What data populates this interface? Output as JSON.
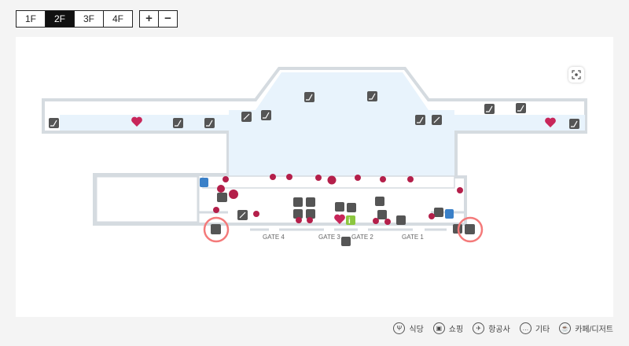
{
  "floors": [
    {
      "label": "1F",
      "active": false
    },
    {
      "label": "2F",
      "active": true
    },
    {
      "label": "3F",
      "active": false
    },
    {
      "label": "4F",
      "active": false
    }
  ],
  "zoom": {
    "in_label": "+",
    "out_label": "−"
  },
  "gates": [
    "GATE 4",
    "GATE 3",
    "GATE 2",
    "GATE 1"
  ],
  "legend": [
    {
      "label": "식당",
      "icon": "fork-knife-icon",
      "glyph": "Ψ"
    },
    {
      "label": "쇼핑",
      "icon": "shopping-bag-icon",
      "glyph": "▣"
    },
    {
      "label": "항공사",
      "icon": "airplane-icon",
      "glyph": "✈"
    },
    {
      "label": "기타",
      "icon": "more-icon",
      "glyph": "…"
    },
    {
      "label": "카페/디저트",
      "icon": "coffee-cup-icon",
      "glyph": "☕"
    }
  ],
  "colors": {
    "walkway": "#e8f3fc",
    "wall": "#d5dbe0",
    "pin": "#b41f4a",
    "icon_bg": "#555555",
    "highlight": "#f47a7a",
    "info_bg": "#8cc63f",
    "restroom": "#3a80c8"
  }
}
